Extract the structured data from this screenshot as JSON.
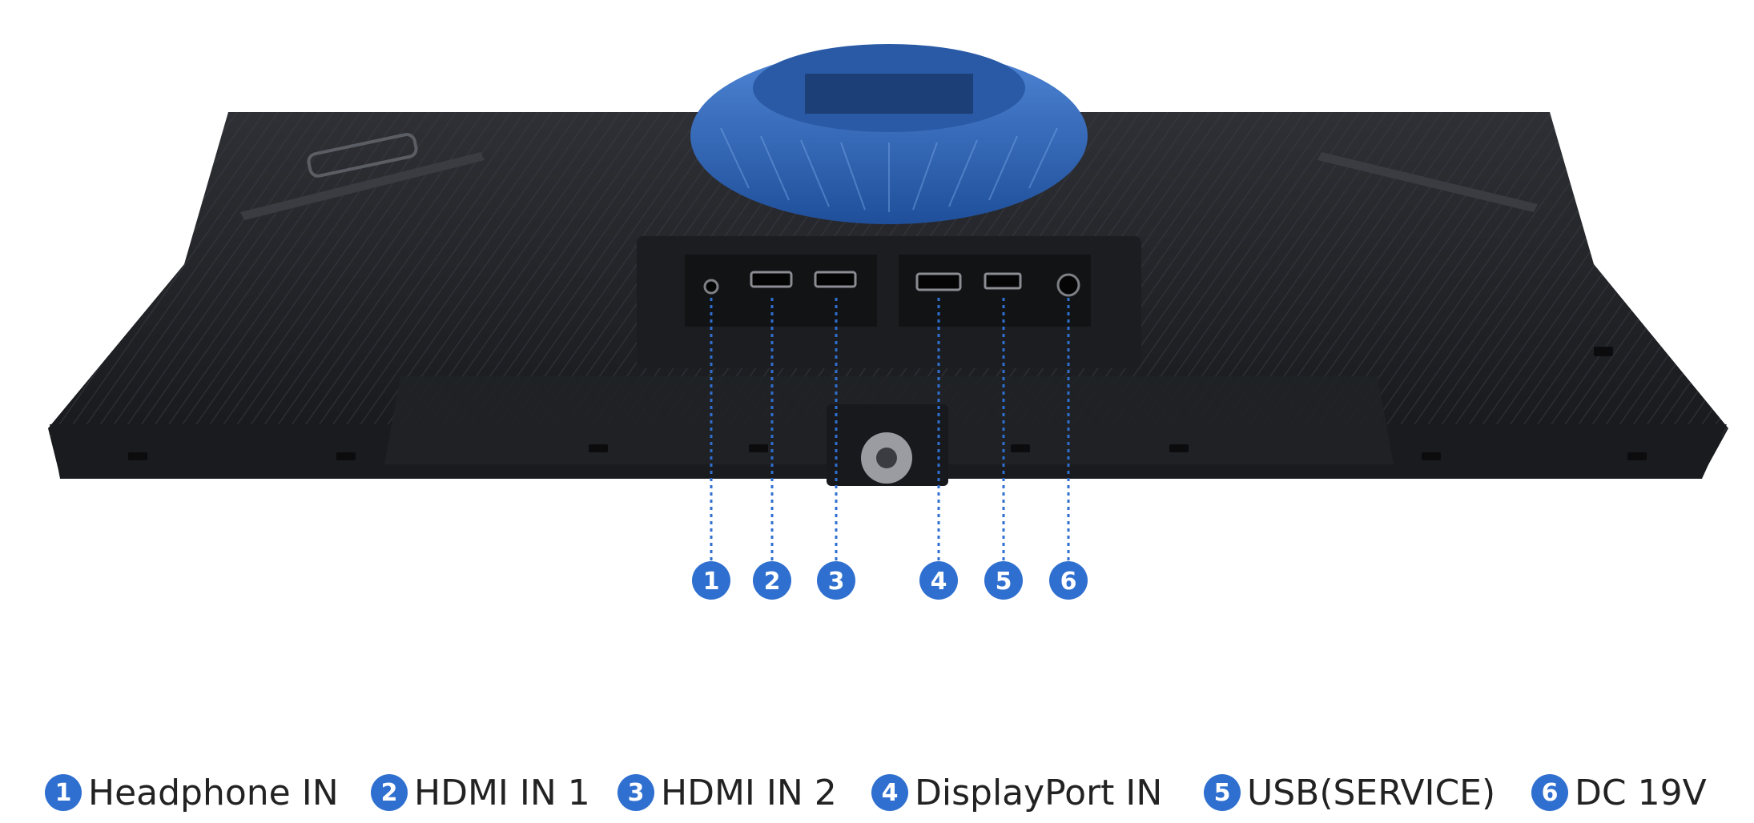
{
  "colors": {
    "accent": "#2f6fd0",
    "monitor_body": "#222428",
    "stand_ring": "#2f67b8",
    "text": "#222222"
  },
  "ports": [
    {
      "number": "1",
      "label": "Headphone IN"
    },
    {
      "number": "2",
      "label": "HDMI IN 1"
    },
    {
      "number": "3",
      "label": "HDMI IN 2"
    },
    {
      "number": "4",
      "label": "DisplayPort IN"
    },
    {
      "number": "5",
      "label": "USB(SERVICE)"
    },
    {
      "number": "6",
      "label": "DC 19V"
    }
  ]
}
